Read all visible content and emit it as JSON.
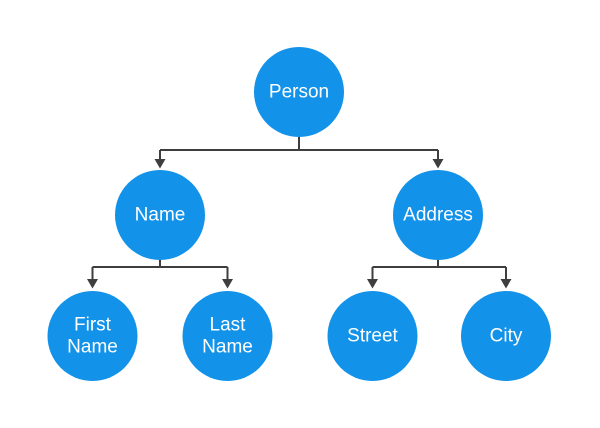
{
  "diagram": {
    "type": "tree",
    "colors": {
      "node_fill": "#1292E8",
      "node_text": "#FFFFFF",
      "connector": "#3E3E3E",
      "background": "#FFFFFF"
    },
    "nodes": {
      "person": {
        "label": "Person"
      },
      "name": {
        "label": "Name"
      },
      "address": {
        "label": "Address"
      },
      "first_name": {
        "line1": "First",
        "line2": "Name"
      },
      "last_name": {
        "line1": "Last",
        "line2": "Name"
      },
      "street": {
        "label": "Street"
      },
      "city": {
        "label": "City"
      }
    },
    "edges": [
      {
        "from": "Person",
        "to": "Name"
      },
      {
        "from": "Person",
        "to": "Address"
      },
      {
        "from": "Name",
        "to": "First Name"
      },
      {
        "from": "Name",
        "to": "Last Name"
      },
      {
        "from": "Address",
        "to": "Street"
      },
      {
        "from": "Address",
        "to": "City"
      }
    ]
  }
}
